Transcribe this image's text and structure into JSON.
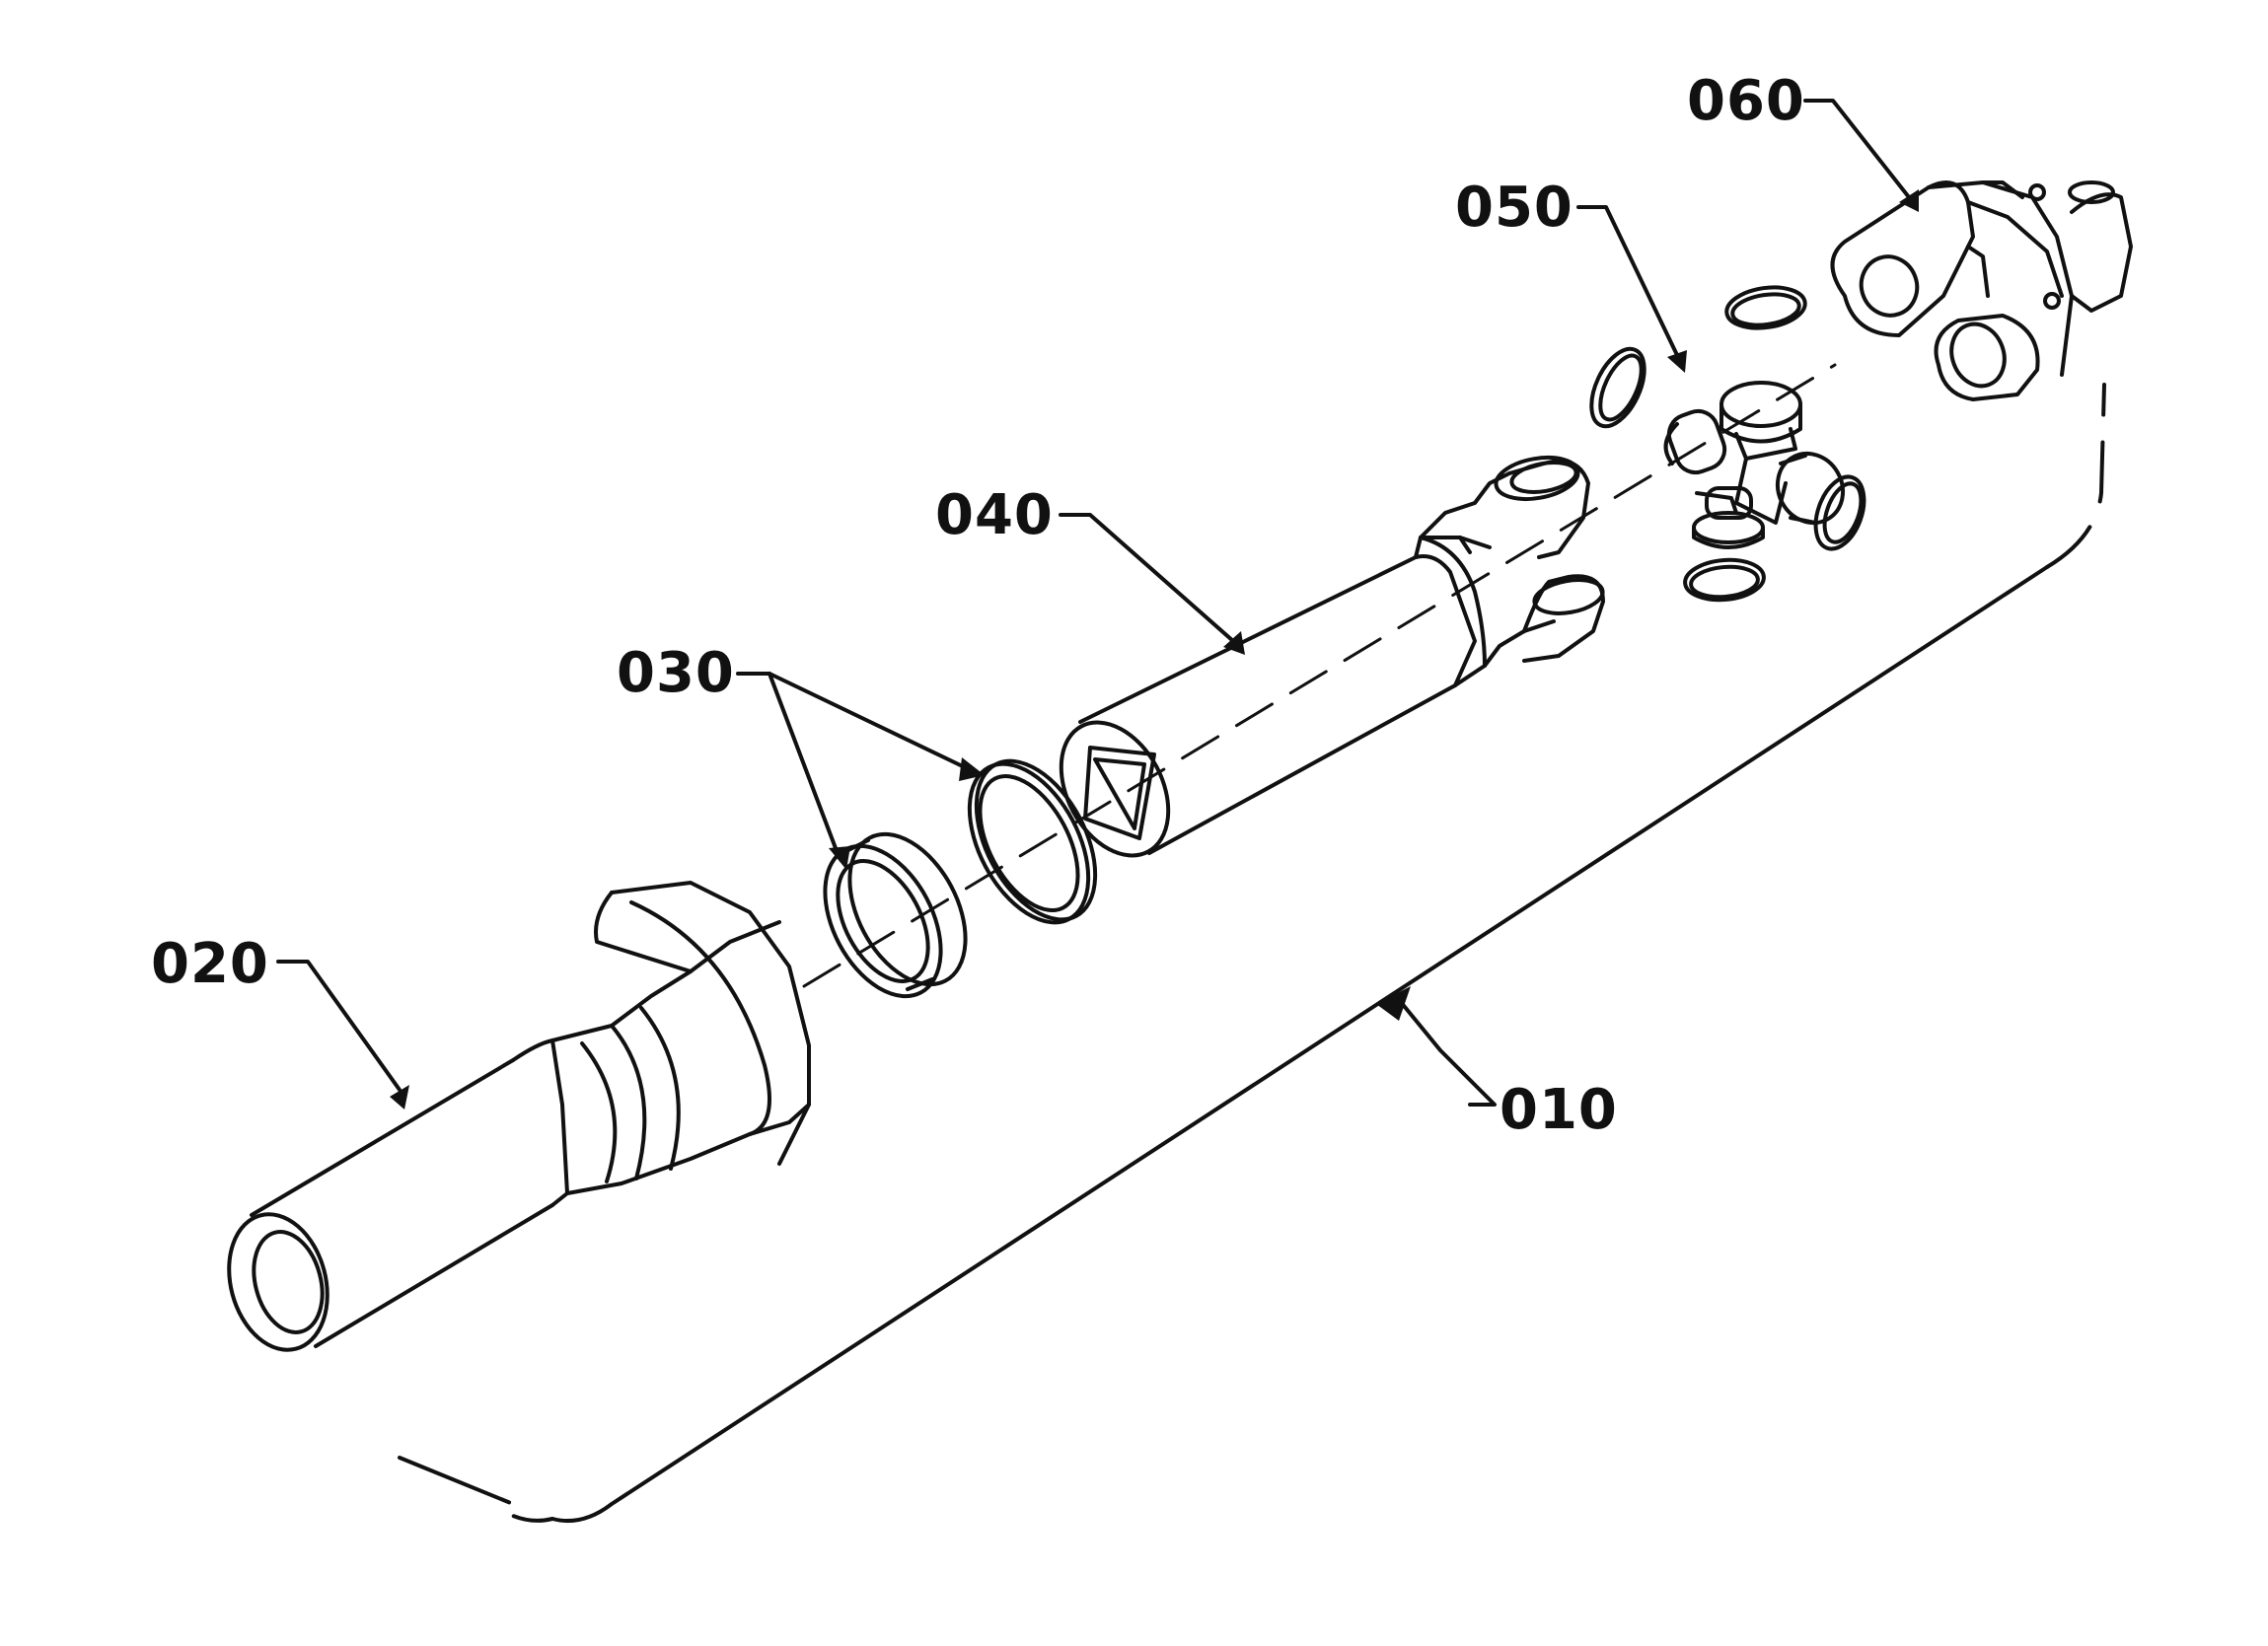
{
  "callouts": {
    "c010": "010",
    "c020": "020",
    "c030": "030",
    "c040": "040",
    "c050": "050",
    "c060": "060"
  },
  "colors": {
    "line": "#111111",
    "background": "#ffffff"
  }
}
